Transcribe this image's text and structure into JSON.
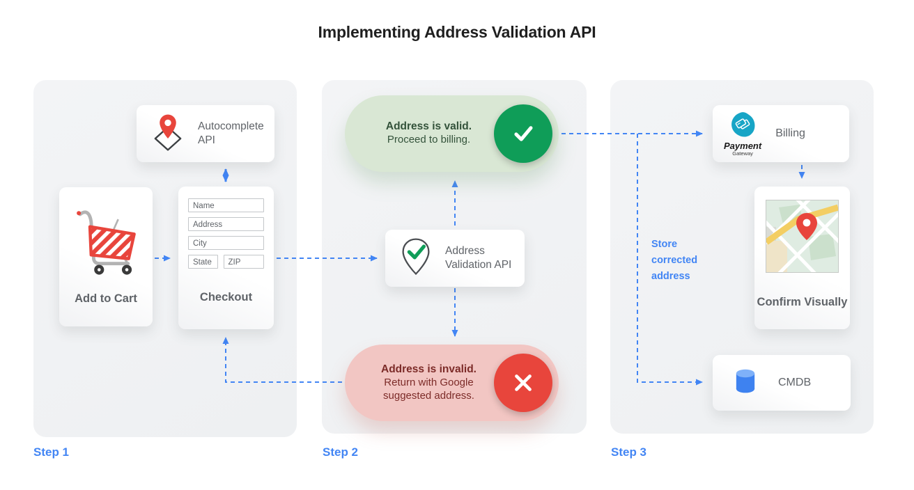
{
  "title": "Implementing Address Validation API",
  "colors": {
    "accent_blue": "#4285F4",
    "success_green": "#0F9D58",
    "error_red": "#E8453C",
    "payment_teal": "#17A5C6",
    "pill_green_bg": "#D9E7D4",
    "pill_red_bg": "#F2C6C3",
    "panel_bg": "#F1F2F4",
    "label_gray": "#5F6368",
    "valid_text": "#33523A",
    "invalid_text": "#7C2B28"
  },
  "icons": {
    "autocomplete": "map-pin-over-diamond-icon",
    "cart": "shopping-cart-icon",
    "validation": "pin-with-check-icon",
    "valid": "check-icon",
    "invalid": "x-icon",
    "billing": "payment-gateway-logo",
    "confirm": "map-thumbnail",
    "cmdb": "database-cylinder-icon"
  },
  "step1": {
    "label": "Step 1",
    "autocomplete_card": {
      "label": "Autocomplete API"
    },
    "add_to_cart": {
      "label": "Add to Cart"
    },
    "checkout": {
      "label": "Checkout",
      "fields": [
        "Name",
        "Address",
        "City",
        "State",
        "ZIP"
      ]
    }
  },
  "step2": {
    "label": "Step 2",
    "valid_pill": {
      "title": "Address is valid.",
      "subtitle": "Proceed to billing."
    },
    "validation_card": {
      "label": "Address Validation API"
    },
    "invalid_pill": {
      "title": "Address is invalid.",
      "subtitle": "Return with Google suggested address."
    }
  },
  "step3": {
    "label": "Step 3",
    "billing_card": {
      "label": "Billing",
      "logo_title": "Payment",
      "logo_subtitle": "Gateway"
    },
    "confirm_card": {
      "label": "Confirm Visually"
    },
    "cmdb_card": {
      "label": "CMDB"
    },
    "store_note": "Store corrected address"
  }
}
